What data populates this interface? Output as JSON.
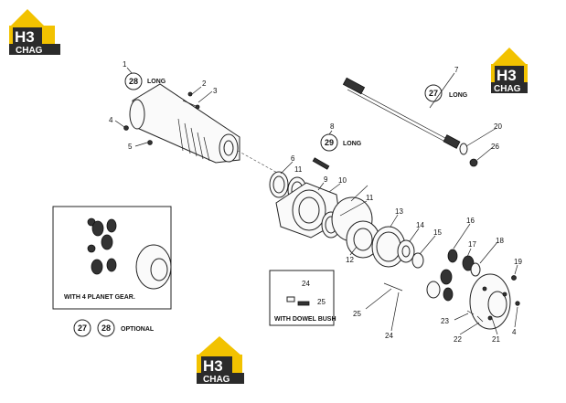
{
  "logo": {
    "letters": "H3",
    "brand": "CHAG",
    "colors": {
      "yellow": "#f2c200",
      "dark": "#2b2b2b"
    }
  },
  "callouts": {
    "c1": "1",
    "c2": "2",
    "c3": "3",
    "c4a": "4",
    "c5": "5",
    "c6": "6",
    "c7": "7",
    "c8": "8",
    "c9": "9",
    "c10": "10",
    "c11a": "11",
    "c11b": "11",
    "c12": "12",
    "c13": "13",
    "c14": "14",
    "c15": "15",
    "c16": "16",
    "c17": "17",
    "c18": "18",
    "c19": "19",
    "c20": "20",
    "c21": "21",
    "c22": "22",
    "c23": "23",
    "c24": "24",
    "c25": "25",
    "c26": "26",
    "c4b": "4",
    "c24b": "24",
    "c25b": "25"
  },
  "circled": {
    "long28": "28",
    "long27": "27",
    "long29": "29",
    "opt27": "27",
    "opt28": "28"
  },
  "notes": {
    "long1": "LONG",
    "long2": "LONG",
    "long3": "LONG",
    "planet": "WITH 4 PLANET GEAR.",
    "dowel": "WITH DOWEL BUSH",
    "optional": "OPTIONAL"
  }
}
